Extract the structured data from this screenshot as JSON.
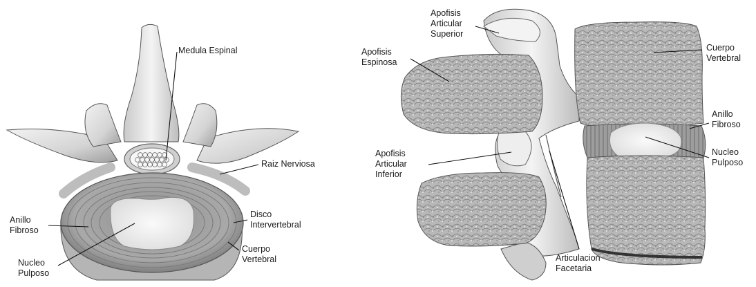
{
  "labels": {
    "medula_espinal": "Medula Espinal",
    "raiz_nerviosa": "Raiz Nerviosa",
    "anillo_fibroso_left": [
      "Anillo",
      "Fibroso"
    ],
    "nucleo_pulposo_left": [
      "Nucleo",
      "Pulposo"
    ],
    "disco_intervertebral": [
      "Disco",
      "Intervertebral"
    ],
    "cuerpo_vertebral_left": [
      "Cuerpo",
      "Vertebral"
    ],
    "apofisis_articular_superior": [
      "Apofisis",
      "Articular",
      "Superior"
    ],
    "apofisis_espinosa": [
      "Apofisis",
      "Espinosa"
    ],
    "apofisis_articular_inferior": [
      "Apofisis",
      "Articular",
      "Inferior"
    ],
    "articulacion_facetaria": [
      "Articulacion",
      "Facetaria"
    ],
    "cuerpo_vertebral_right": [
      "Cuerpo",
      "Vertebral"
    ],
    "anillo_fibroso_right": [
      "Anillo",
      "Fibroso"
    ],
    "nucleo_pulposo_right": [
      "Nucleo",
      "Pulposo"
    ]
  }
}
